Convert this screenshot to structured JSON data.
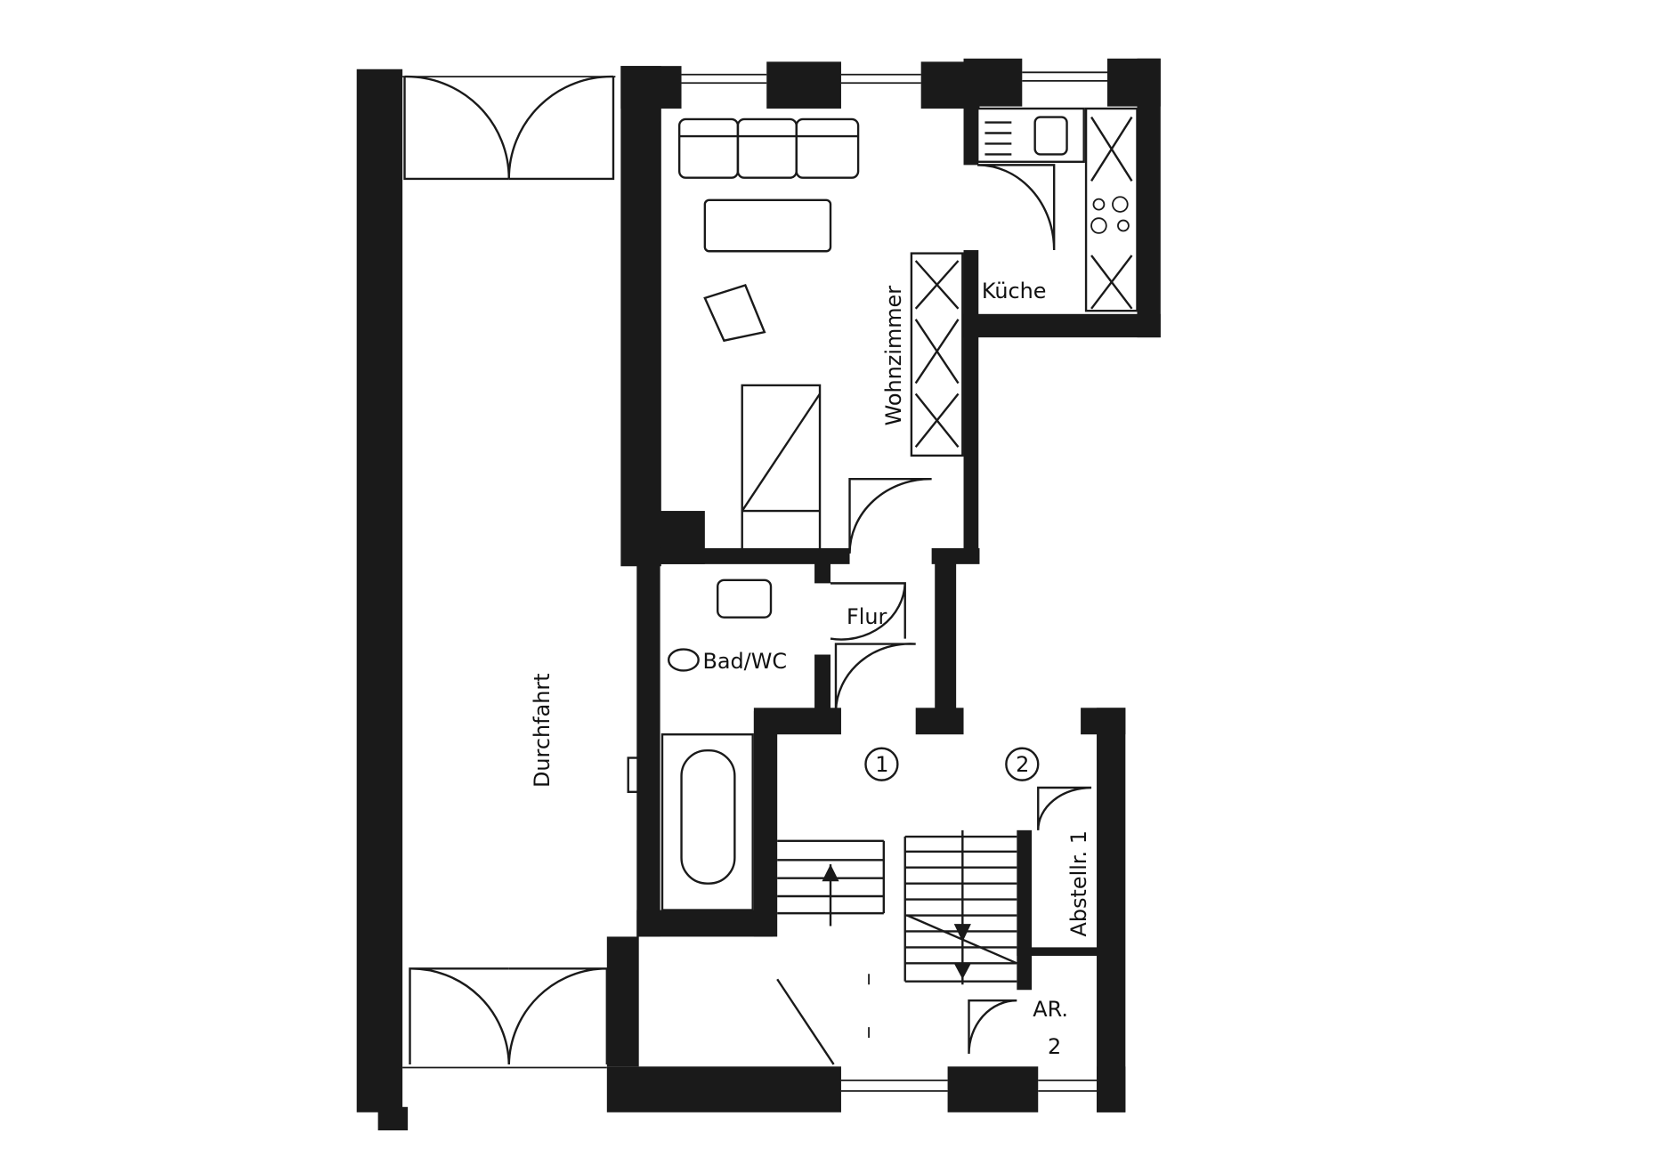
{
  "rooms": {
    "wohnzimmer": "Wohnzimmer",
    "kueche": "Küche",
    "flur": "Flur",
    "bad": "Bad/WC",
    "durchfahrt": "Durchfahrt",
    "abstellraum": "Abstellr. 1",
    "ar_line1": "AR.",
    "ar_line2": "2"
  },
  "stair_markers": [
    "1",
    "2"
  ]
}
